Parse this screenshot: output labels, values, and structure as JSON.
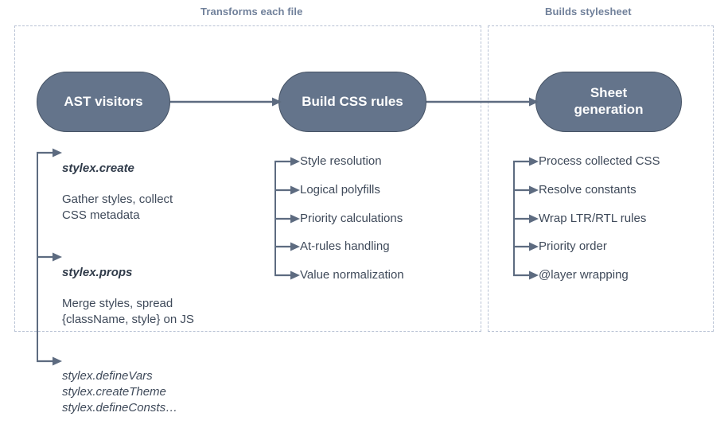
{
  "groups": [
    {
      "id": "transforms",
      "header": "Transforms each file"
    },
    {
      "id": "builds",
      "header": "Builds stylesheet"
    }
  ],
  "nodes": {
    "ast_visitors": "AST visitors",
    "build_css_rules": "Build CSS rules",
    "sheet_generation": "Sheet\ngeneration"
  },
  "branches": {
    "ast_visitors": [
      {
        "title": "stylex.create",
        "desc": "Gather styles, collect\nCSS metadata",
        "italic": false
      },
      {
        "title": "stylex.props",
        "desc": "Merge styles, spread\n{className, style} on JS",
        "italic": false
      },
      {
        "title": "",
        "desc": "stylex.defineVars\nstylex.createTheme\nstylex.defineConsts…",
        "italic": true
      }
    ],
    "build_css_rules": [
      {
        "title": "",
        "desc": "Style resolution",
        "italic": false
      },
      {
        "title": "",
        "desc": "Logical polyfills",
        "italic": false
      },
      {
        "title": "",
        "desc": "Priority calculations",
        "italic": false
      },
      {
        "title": "",
        "desc": "At-rules handling",
        "italic": false
      },
      {
        "title": "",
        "desc": "Value normalization",
        "italic": false
      }
    ],
    "sheet_generation": [
      {
        "title": "",
        "desc": "Process collected CSS",
        "italic": false
      },
      {
        "title": "",
        "desc": "Resolve constants",
        "italic": false
      },
      {
        "title": "",
        "desc": "Wrap LTR/RTL rules",
        "italic": false
      },
      {
        "title": "",
        "desc": "Priority order",
        "italic": false
      },
      {
        "title": "",
        "desc": "@layer wrapping",
        "italic": false
      }
    ]
  },
  "colors": {
    "node_fill": "#64748b",
    "node_stroke": "#465365",
    "node_text": "#ffffff",
    "header_text": "#70809a",
    "group_border": "#b8c2d4",
    "arrow": "#5d6b80",
    "body_text": "#3f4a5a"
  },
  "icons": {
    "flow_arrow": "arrow-right-icon",
    "branch_arrow": "branch-arrow-right-icon"
  }
}
